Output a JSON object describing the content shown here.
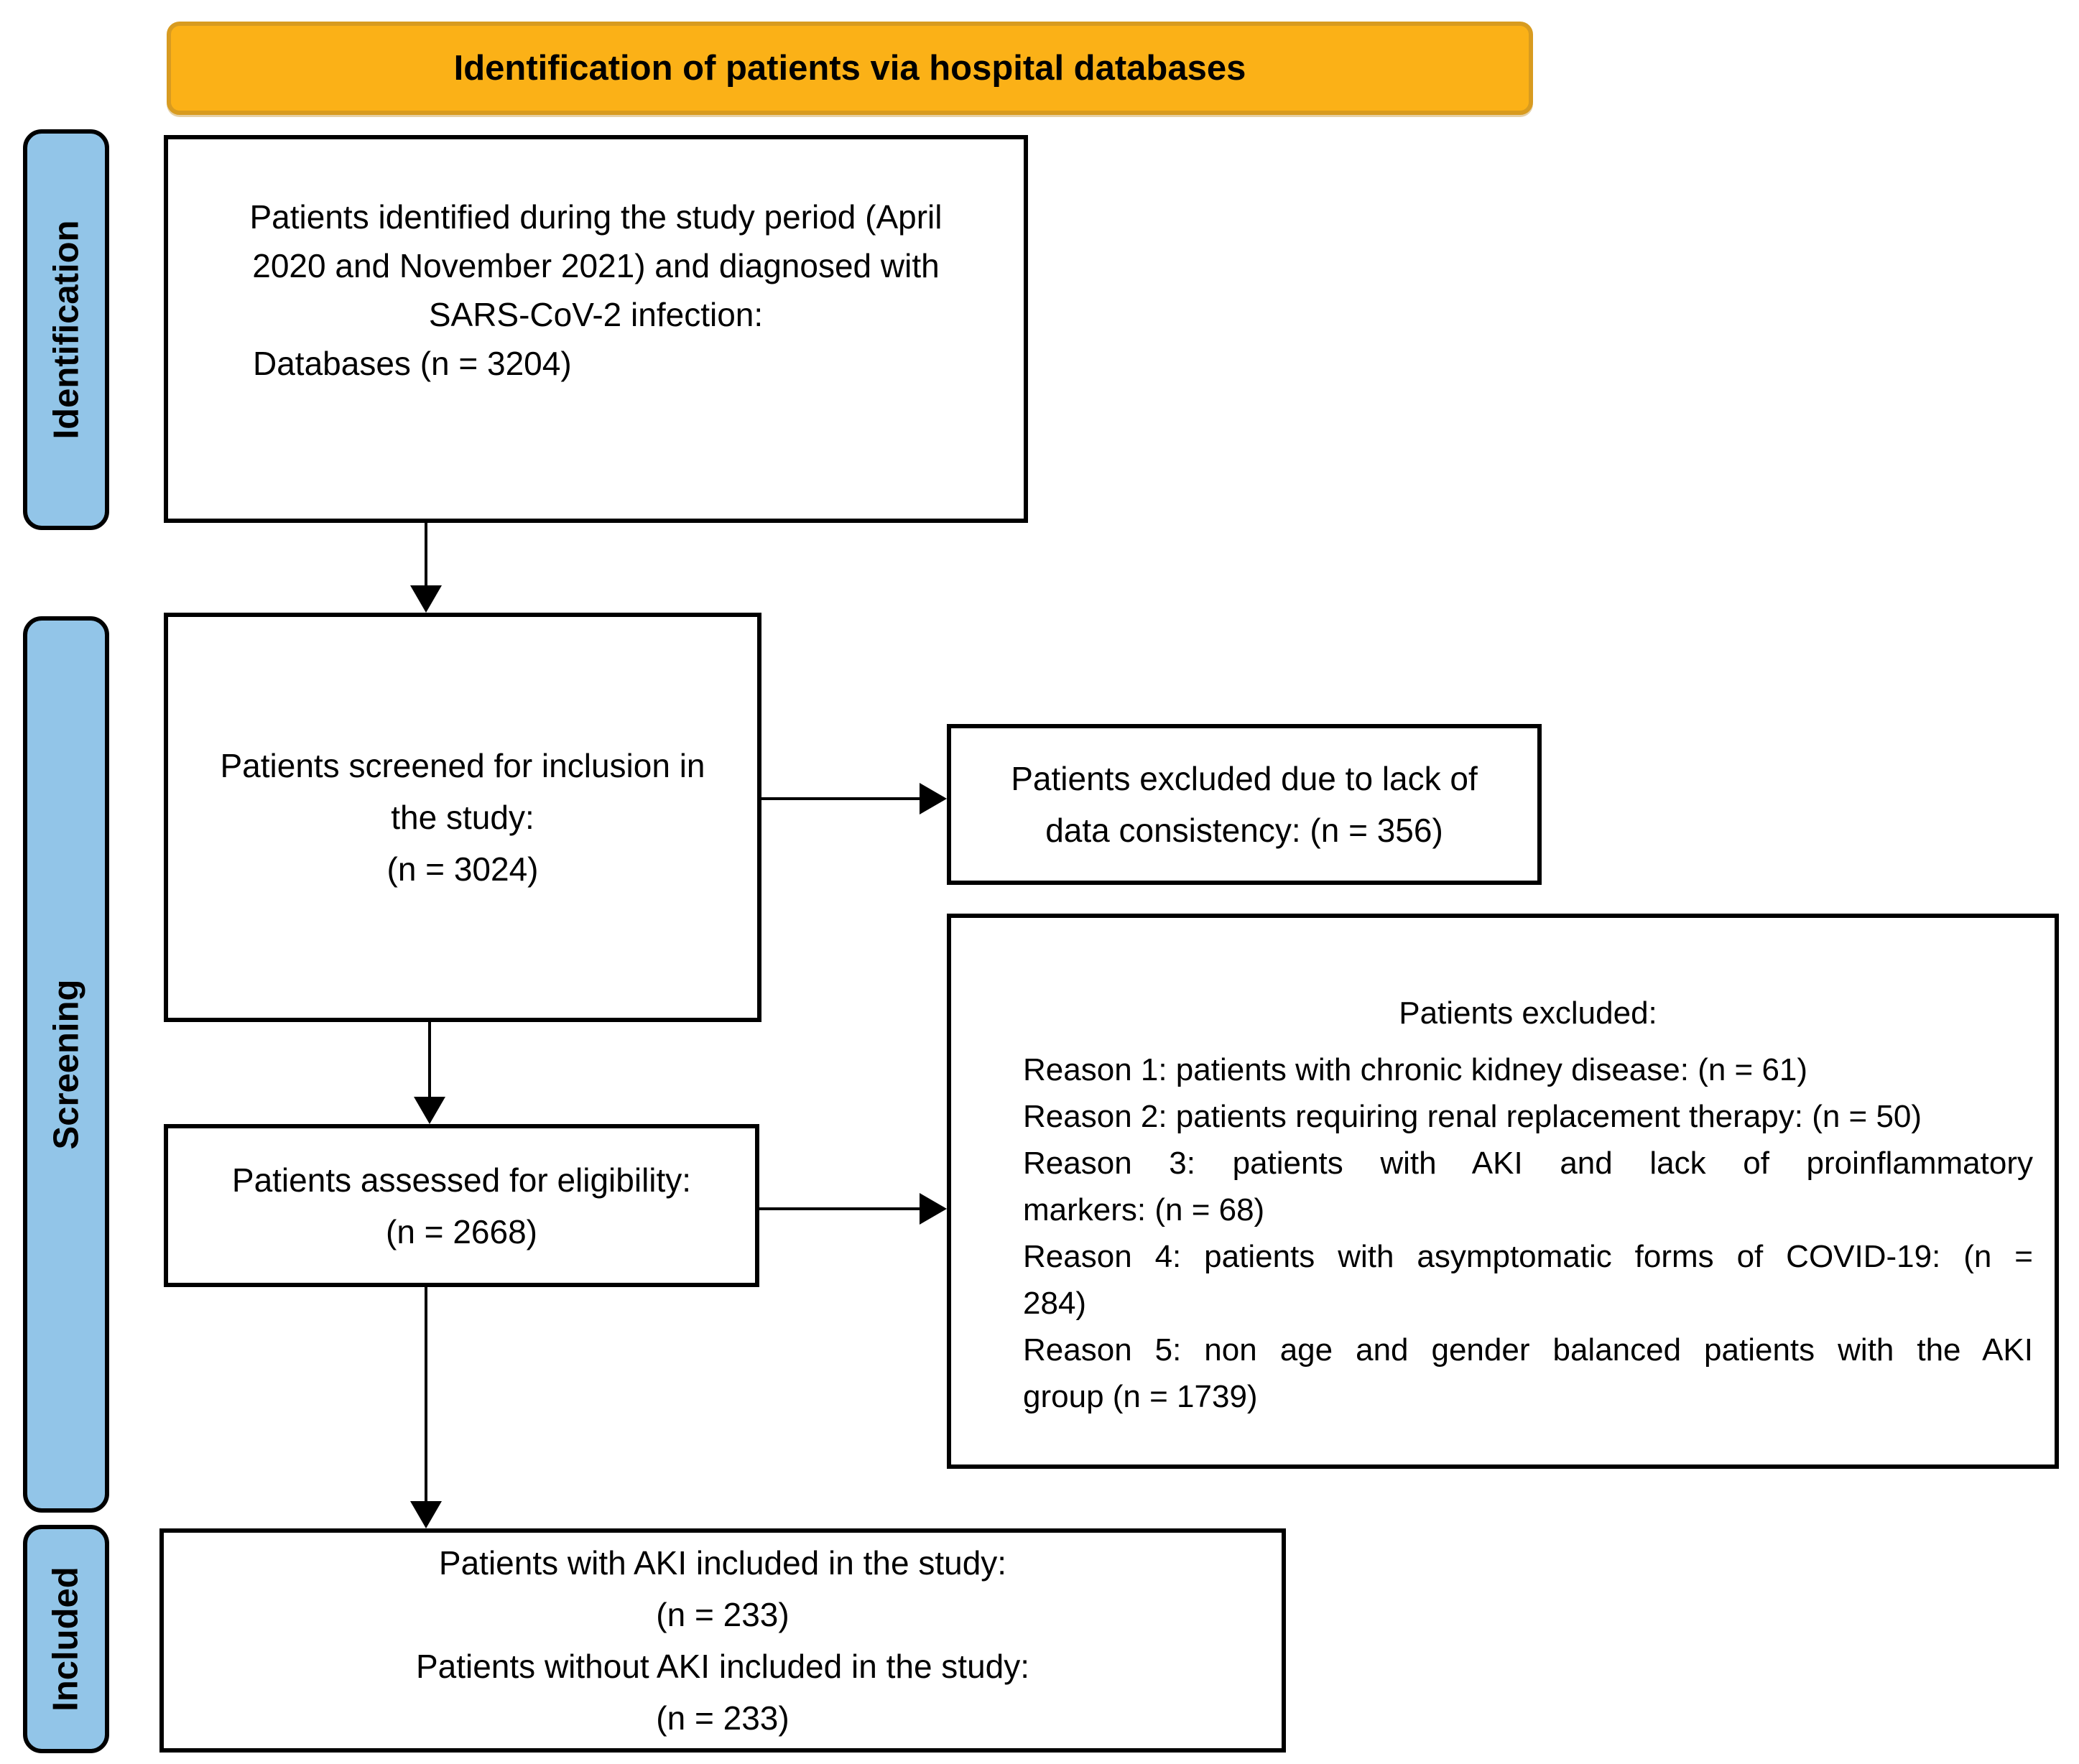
{
  "banner": {
    "title": "Identification of patients via hospital databases"
  },
  "sidebar": {
    "identification": "Identification",
    "screening": "Screening",
    "included": "Included"
  },
  "boxes": {
    "identified": {
      "lines": [
        "Patients identified during the study period (April",
        "2020 and November 2021) and diagnosed with",
        "SARS-CoV-2 infection:"
      ],
      "databases_line": "Databases (n = 3204)"
    },
    "screened": {
      "lines": [
        "Patients screened for inclusion in",
        "the study:",
        "(n = 3024)"
      ]
    },
    "excluded_consistency": {
      "lines": [
        "Patients excluded due to lack of",
        "data consistency: (n = 356)"
      ]
    },
    "assessed": {
      "lines": [
        "Patients assessed for eligibility:",
        "(n = 2668)"
      ]
    },
    "excluded_reasons": {
      "title": "Patients excluded:",
      "reasons": [
        {
          "lines": [
            "Reason 1: patients with chronic kidney disease: (n = 61)"
          ]
        },
        {
          "lines": [
            "Reason 2: patients requiring renal replacement therapy: (n = 50)"
          ]
        },
        {
          "lines": [
            "Reason 3: patients with AKI and lack of proinflammatory",
            "markers: (n = 68)"
          ]
        },
        {
          "lines": [
            "Reason 4: patients with asymptomatic forms of COVID-19: (n =",
            "284)"
          ]
        },
        {
          "lines": [
            "Reason 5: non age and gender balanced patients with the AKI",
            "group (n = 1739)"
          ]
        }
      ]
    },
    "included": {
      "lines": [
        "Patients with AKI included in the study:",
        "(n = 233)",
        "Patients without AKI included in the study:",
        "(n = 233)"
      ]
    }
  },
  "colors": {
    "banner_fill": "#FBB117",
    "banner_border": "#D89B20",
    "stage_fill": "#92C5E8",
    "border": "#000000",
    "background": "#FFFFFF"
  }
}
